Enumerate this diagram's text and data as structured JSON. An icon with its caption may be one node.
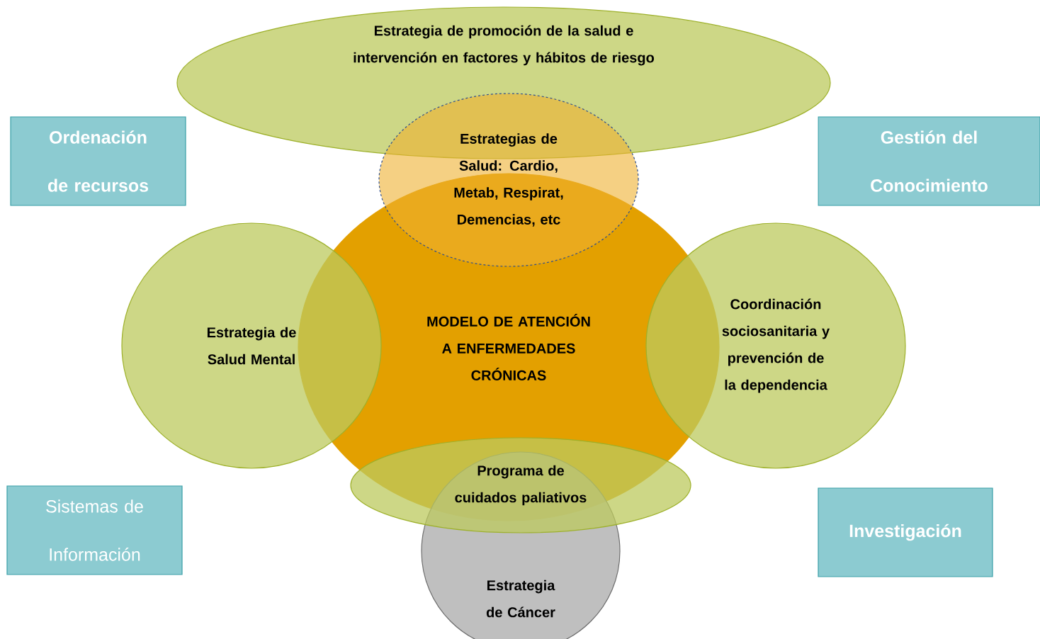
{
  "diagram": {
    "nodes": [
      {
        "text": [
          "Estrategia de promoción de la salud e intervención en factores y hábitos de riesgo"
        ]
      },
      {
        "text": [
          "Ordenación de recursos"
        ]
      },
      {
        "text": [
          "Gestión del Conocimiento"
        ]
      },
      {
        "text": [
          "Estrategias de Salud: Cardio, Metab, Respirat, Demencias, etc"
        ]
      },
      {
        "text": [
          "Estrategia de Salud Mental"
        ]
      },
      {
        "text": [
          "MODELO DE ATENCIÓN A ENFERMEDADES CRÓNICAS"
        ]
      },
      {
        "text": [
          "Coordinación sociosanitaria y prevención de la dependencia"
        ]
      },
      {
        "text": [
          "Programa de cuidados paliativos"
        ]
      },
      {
        "text": [
          "Sistemas de Información"
        ]
      },
      {
        "text": [
          "Investigación"
        ]
      },
      {
        "text": [
          "Estrategia de Cáncer"
        ]
      }
    ]
  }
}
